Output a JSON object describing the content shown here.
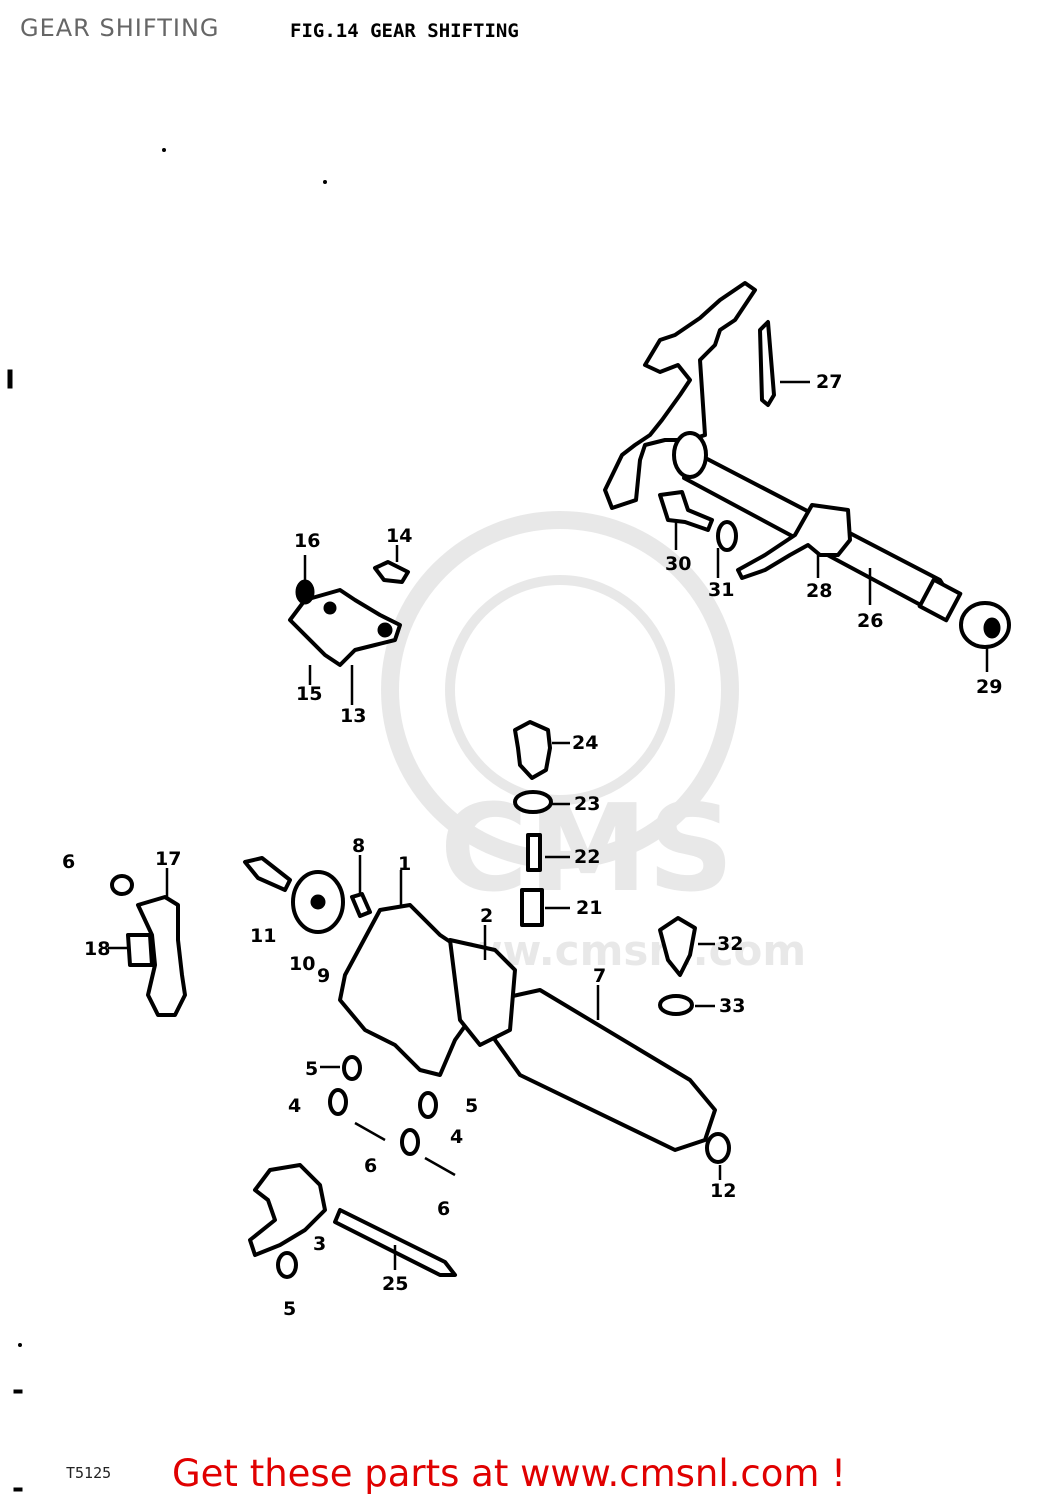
{
  "header": {
    "title": "GEAR SHIFTING",
    "figure_caption": "FIG.14 GEAR SHIFTING"
  },
  "diagram": {
    "watermark": "CMS",
    "watermark_url": "www.cmsnl.com",
    "callouts": [
      "1",
      "2",
      "3",
      "4",
      "4",
      "5",
      "5",
      "5",
      "6",
      "6",
      "6",
      "7",
      "8",
      "9",
      "10",
      "11",
      "12",
      "13",
      "14",
      "15",
      "16",
      "17",
      "18",
      "21",
      "22",
      "23",
      "24",
      "25",
      "26",
      "27",
      "28",
      "29",
      "30",
      "31",
      "32",
      "33"
    ]
  },
  "footer": {
    "code": "T5125",
    "promo": "Get these parts at www.cmsnl.com !"
  }
}
